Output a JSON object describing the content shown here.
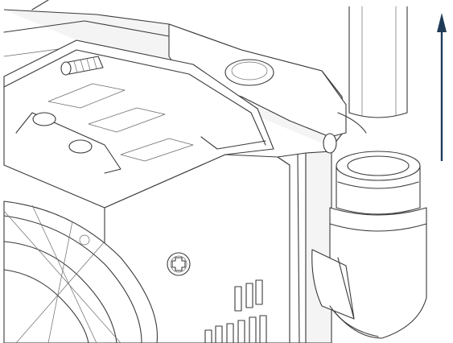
{
  "figure": {
    "kind": "technical-line-drawing",
    "subject": "pump-assembly-detail",
    "direction_indicator": {
      "icon": "arrow-up-icon",
      "direction": "up",
      "color": "#1f3b57"
    },
    "line_color": "#3a3a3a",
    "background": "#ffffff"
  }
}
